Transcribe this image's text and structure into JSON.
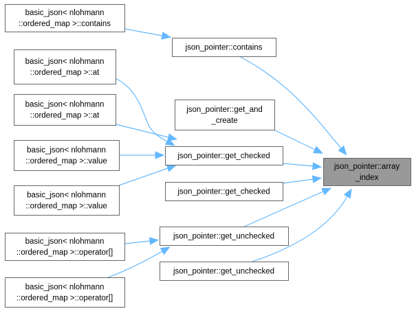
{
  "nodes": {
    "root": {
      "lines": [
        "json_pointer::array",
        "_index"
      ]
    },
    "contains_basic": {
      "lines": [
        "basic_json< nlohmann",
        "::ordered_map >::contains"
      ]
    },
    "at_1": {
      "lines": [
        "basic_json< nlohmann",
        "::ordered_map >::at"
      ]
    },
    "at_2": {
      "lines": [
        "basic_json< nlohmann",
        "::ordered_map >::at"
      ]
    },
    "value_1": {
      "lines": [
        "basic_json< nlohmann",
        "::ordered_map >::value"
      ]
    },
    "value_2": {
      "lines": [
        "basic_json< nlohmann",
        "::ordered_map >::value"
      ]
    },
    "operator_1": {
      "lines": [
        "basic_json< nlohmann",
        "::ordered_map >::operator[]"
      ]
    },
    "operator_2": {
      "lines": [
        "basic_json< nlohmann",
        "::ordered_map >::operator[]"
      ]
    },
    "jp_contains": {
      "lines": [
        "json_pointer::contains"
      ]
    },
    "jp_get_and_create": {
      "lines": [
        "json_pointer::get_and",
        "_create"
      ]
    },
    "jp_get_checked_1": {
      "lines": [
        "json_pointer::get_checked"
      ]
    },
    "jp_get_checked_2": {
      "lines": [
        "json_pointer::get_checked"
      ]
    },
    "jp_get_unchecked_1": {
      "lines": [
        "json_pointer::get_unchecked"
      ]
    },
    "jp_get_unchecked_2": {
      "lines": [
        "json_pointer::get_unchecked"
      ]
    }
  },
  "edges": [
    {
      "from": "contains_basic",
      "to": "jp_contains"
    },
    {
      "from": "at_1",
      "to": "jp_get_checked_1"
    },
    {
      "from": "at_2",
      "to": "jp_get_checked_1"
    },
    {
      "from": "value_1",
      "to": "jp_get_checked_1"
    },
    {
      "from": "value_2",
      "to": "jp_get_checked_1"
    },
    {
      "from": "operator_1",
      "to": "jp_get_unchecked_1"
    },
    {
      "from": "operator_2",
      "to": "jp_get_unchecked_1"
    },
    {
      "from": "jp_contains",
      "to": "root"
    },
    {
      "from": "jp_get_and_create",
      "to": "root"
    },
    {
      "from": "jp_get_checked_1",
      "to": "root"
    },
    {
      "from": "jp_get_checked_2",
      "to": "root"
    },
    {
      "from": "jp_get_unchecked_1",
      "to": "root"
    },
    {
      "from": "jp_get_unchecked_2",
      "to": "root"
    }
  ],
  "colors": {
    "edge": "#63b8ff",
    "root_fill": "#999999",
    "node_border": "#666666"
  }
}
